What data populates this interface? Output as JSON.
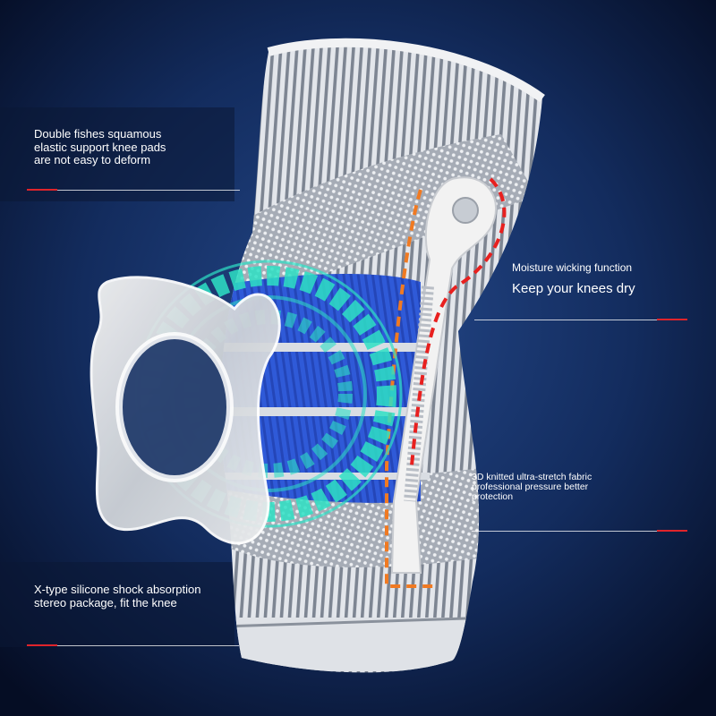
{
  "scene": {
    "colors": {
      "background_center": "#1d3d7a",
      "background_edge": "#050d24",
      "fabric_light": "#e6e9ee",
      "fabric_dark": "#5a6270",
      "panel_blue": "#2e57d6",
      "ring_teal": "#2ee0c4",
      "dashed_red": "#e8201f",
      "dashed_orange": "#f07a22",
      "accent_red": "#e0242b"
    },
    "objects": [
      "knee-sleeve",
      "silicone-patella-pad",
      "spring-stabilizer-strip",
      "teal-support-ring"
    ]
  },
  "callouts": {
    "top_left": {
      "lines": [
        "Double fishes squamous",
        "elastic support knee pads",
        "are not easy to deform"
      ]
    },
    "right_upper": {
      "small": "Moisture wicking function",
      "large": "Keep your knees dry"
    },
    "right_lower": {
      "lines": [
        "3D knitted ultra-stretch fabric",
        "professional pressure better",
        "protection"
      ]
    },
    "bottom_left": {
      "lines": [
        "X-type silicone shock absorption",
        "stereo package, fit the knee"
      ]
    }
  }
}
